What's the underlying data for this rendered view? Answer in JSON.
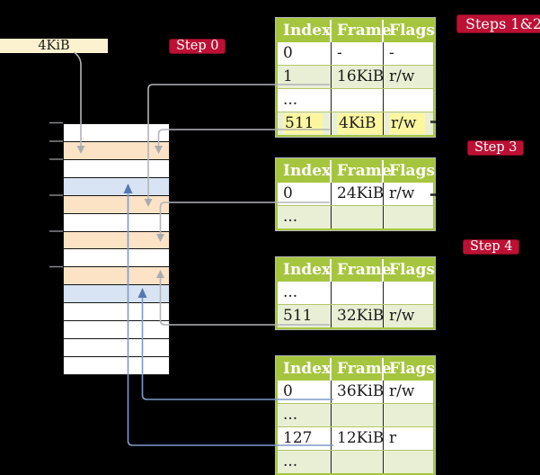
{
  "colors": {
    "bg": "#000000",
    "cream": "#fcf2cf",
    "badge-red": "#bc1134",
    "badge-border": "#7d0b24",
    "tbl-green": "#a6c53f",
    "row-green": "#e9efd5",
    "row-orange": "#fce3c6",
    "row-blue": "#d8e4f3",
    "highlight": "#fcf6a0",
    "line-gray": "#b2b4b8",
    "line-blue": "#7d9ac9",
    "arrow-blue": "#5577b3"
  },
  "frame_box": {
    "label": "4KiB"
  },
  "badges": {
    "step0": "Step 0",
    "steps12": "Steps 1&2",
    "step3": "Step 3",
    "step4": "Step 4"
  },
  "memory": {
    "rows": [
      "w",
      "o",
      "w",
      "b",
      "o",
      "w",
      "o",
      "w",
      "o",
      "b",
      "w",
      "w",
      "w",
      "w"
    ]
  },
  "tables": {
    "headers": [
      "Index",
      "Frame",
      "Flags"
    ],
    "t1": {
      "rows": [
        {
          "cells": [
            "0",
            "-",
            "-"
          ]
        },
        {
          "cells": [
            "1",
            "16KiB",
            "r/w"
          ]
        },
        {
          "cells": [
            "...",
            "",
            ""
          ]
        },
        {
          "cells": [
            "511",
            "4KiB",
            "r/w"
          ],
          "highlighted": true
        }
      ]
    },
    "t2": {
      "rows": [
        {
          "cells": [
            "0",
            "24KiB",
            "r/w"
          ]
        },
        {
          "cells": [
            "...",
            "",
            ""
          ]
        }
      ]
    },
    "t3": {
      "rows": [
        {
          "cells": [
            "...",
            "",
            ""
          ]
        },
        {
          "cells": [
            "511",
            "32KiB",
            "r/w"
          ]
        }
      ]
    },
    "t4": {
      "rows": [
        {
          "cells": [
            "0",
            "36KiB",
            "r/w"
          ]
        },
        {
          "cells": [
            "...",
            "",
            ""
          ]
        },
        {
          "cells": [
            "127",
            "12KiB",
            "r"
          ]
        },
        {
          "cells": [
            "...",
            "",
            ""
          ]
        }
      ]
    }
  }
}
